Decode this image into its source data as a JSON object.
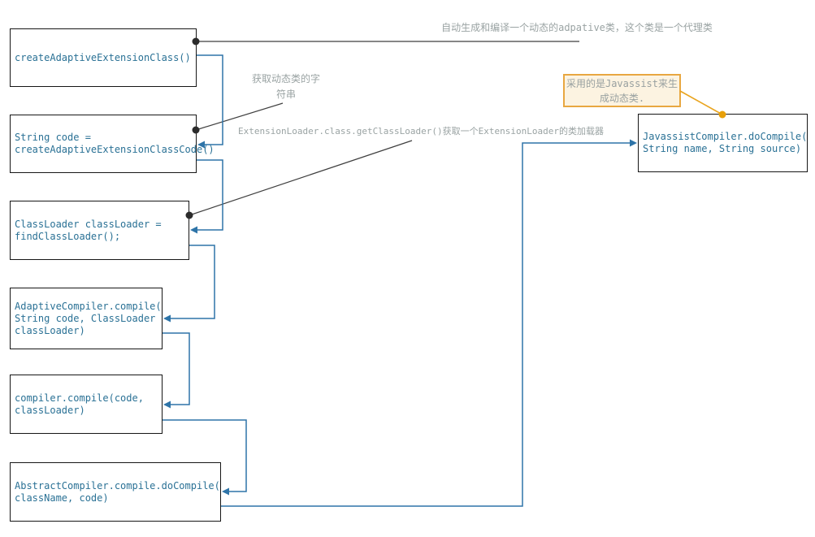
{
  "diagram": {
    "title_hint": "adaptive extension class compile flow",
    "nodes": [
      {
        "id": "create-adaptive-extension-class",
        "label": "createAdaptiveExtensionClass()"
      },
      {
        "id": "create-adaptive-extension-class-code",
        "label": "String code =\ncreateAdaptiveExtensionClassCode()"
      },
      {
        "id": "find-class-loader",
        "label": "ClassLoader classLoader =\nfindClassLoader();"
      },
      {
        "id": "adaptive-compiler-compile",
        "label": "AdaptiveCompiler.compile(\nString code, ClassLoader\nclassLoader)"
      },
      {
        "id": "compiler-compile",
        "label": "compiler.compile(code,\nclassLoader)"
      },
      {
        "id": "abstract-compiler-do-compile",
        "label": "AbstractCompiler.compile.doCompile(\nclassName, code)"
      },
      {
        "id": "javassist-compiler-do-compile",
        "label": "JavassistCompiler.doCompile(\nString name, String source)"
      }
    ],
    "annotations": {
      "auto_generate": "自动生成和编译一个动态的adpative类，这个类是一个代理类",
      "get_code_string": "获取动态类的字\n符串",
      "classloader": "ExtensionLoader.class.getClassLoader()获取一个ExtensionLoader的类加载器",
      "javassist_note": "采用的是Javassist来生\n成动态类."
    },
    "colors": {
      "code_text": "#2a7195",
      "connector_blue": "#2e74a8",
      "annotation_gray": "#9aa3a3",
      "leader_line": "#3f3f3f",
      "anchor_dot": "#2b2b2b",
      "note_background": "#fcf3e1",
      "note_border": "#e8a741",
      "orange_accent": "#e9a41f",
      "box_border": "#161616",
      "background": "#ffffff"
    }
  }
}
